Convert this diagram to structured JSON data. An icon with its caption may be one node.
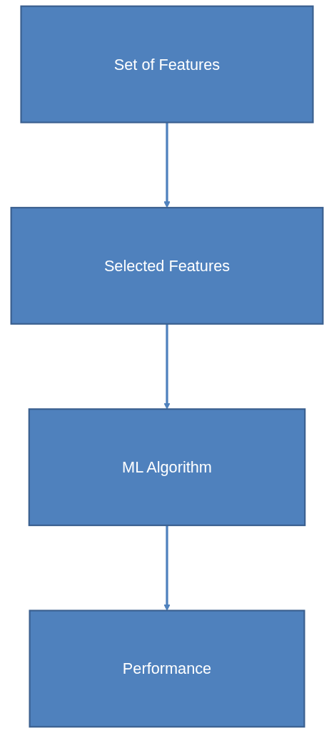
{
  "diagram": {
    "nodes": [
      {
        "text": [
          "Set of Features"
        ]
      },
      {
        "text": [
          "Selected Features"
        ]
      },
      {
        "text": [
          "ML Algorithm"
        ]
      },
      {
        "text": [
          "Performance"
        ]
      }
    ],
    "edges": [
      {
        "from": 0,
        "to": 1,
        "arrow": "to"
      },
      {
        "from": 1,
        "to": 2,
        "arrow": "to"
      },
      {
        "from": 2,
        "to": 3,
        "arrow": "to"
      }
    ]
  }
}
